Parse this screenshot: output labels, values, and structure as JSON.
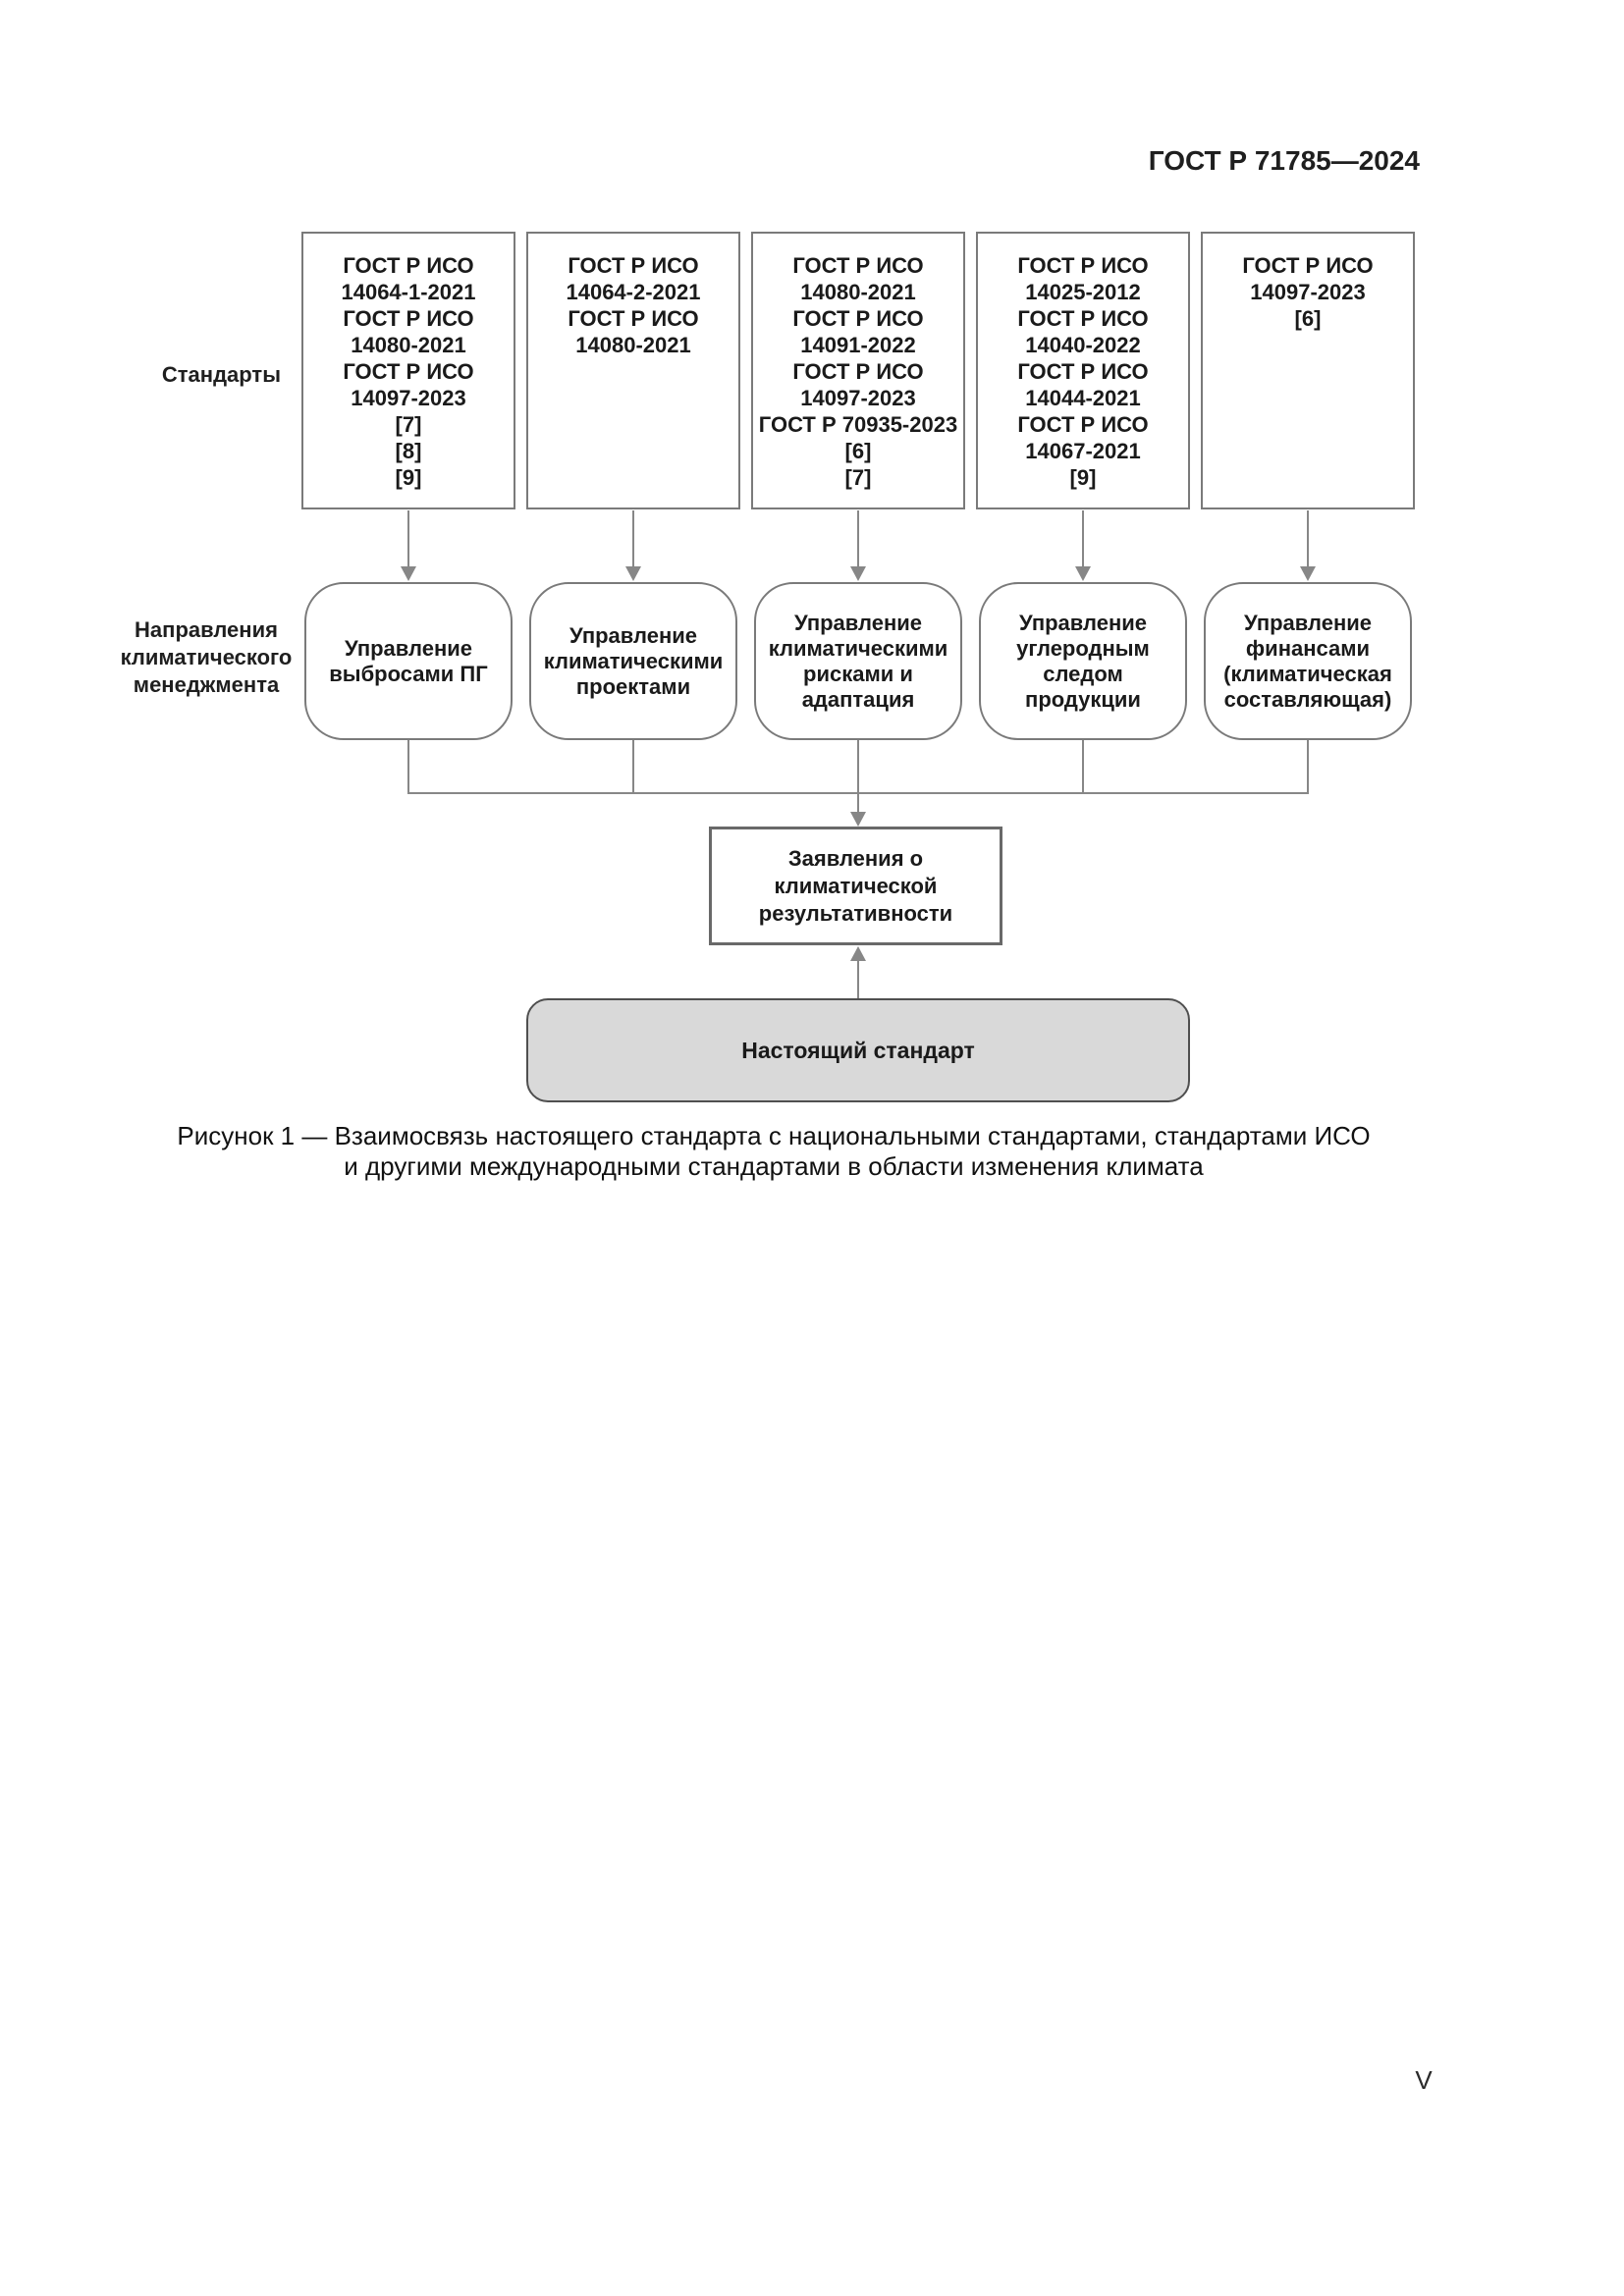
{
  "page": {
    "header": "ГОСТ Р 71785—2024",
    "page_number": "V",
    "caption_line1": "Рисунок 1 — Взаимосвязь настоящего стандарта с национальными стандартами, стандартами ИСО",
    "caption_line2": "и другими международными стандартами в области изменения климата"
  },
  "figure": {
    "row_labels": {
      "standards": "Стандарты",
      "directions": "Направления\nклиматического\nменеджмента"
    },
    "standards_boxes": [
      {
        "text": "ГОСТ Р ИСО\n14064-1-2021\nГОСТ Р ИСО\n14080-2021\nГОСТ Р ИСО\n14097-2023\n[7]\n[8]\n[9]"
      },
      {
        "text": "ГОСТ Р ИСО\n14064-2-2021\nГОСТ Р ИСО\n14080-2021"
      },
      {
        "text": "ГОСТ Р ИСО\n14080-2021\nГОСТ Р ИСО\n14091-2022\nГОСТ Р ИСО\n14097-2023\nГОСТ Р 70935-2023\n[6]\n[7]"
      },
      {
        "text": "ГОСТ Р ИСО\n14025-2012\nГОСТ Р ИСО\n14040-2022\nГОСТ Р ИСО\n14044-2021\nГОСТ Р ИСО\n14067-2021\n[9]"
      },
      {
        "text": "ГОСТ Р ИСО\n14097-2023\n[6]"
      }
    ],
    "direction_boxes": [
      {
        "text": "Управление\nвыбросами ПГ"
      },
      {
        "text": "Управление\nклиматическими\nпроектами"
      },
      {
        "text": "Управление\nклиматическими\nрисками и\nадаптация"
      },
      {
        "text": "Управление\nуглеродным\nследом\nпродукции"
      },
      {
        "text": "Управление\nфинансами\n(климатическая\nсоставляющая)"
      }
    ],
    "claims_box": "Заявления о\nклиматической\nрезультативности",
    "current_standard_box": "Настоящий стандарт",
    "colors": {
      "line": "#878787",
      "box_border": "#7a7a7a",
      "gray_fill": "#d9d9d9",
      "text": "#1a1a1a"
    }
  }
}
